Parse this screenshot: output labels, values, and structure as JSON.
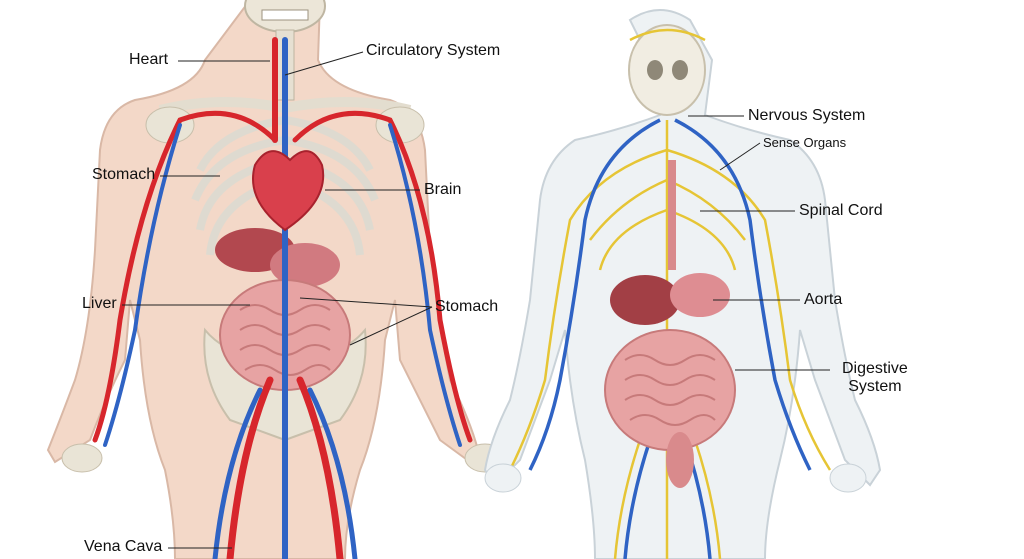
{
  "left_figure": {
    "labels": {
      "heart": "Heart",
      "circulatory_system": "Circulatory System",
      "stomach_upper": "Stomach",
      "brain": "Brain",
      "liver": "Liver",
      "stomach_lower": "Stomach",
      "vena_cava": "Vena Cava"
    }
  },
  "right_figure": {
    "labels": {
      "nervous_system": "Nervous System",
      "sense_organs": "Sense Organs",
      "spinal_cord": "Spinal Cord",
      "aorta": "Aorta",
      "digestive_line1": "Digestive",
      "digestive_line2": "System"
    }
  },
  "colors": {
    "artery": "#d7262c",
    "vein": "#2f63c4",
    "nerve": "#e6c535",
    "skin_left": "#f3d8c8",
    "skin_right": "#eef2f4",
    "bone": "#e9e4d6",
    "organ": "#c9676d",
    "intestine": "#e7a3a3"
  }
}
